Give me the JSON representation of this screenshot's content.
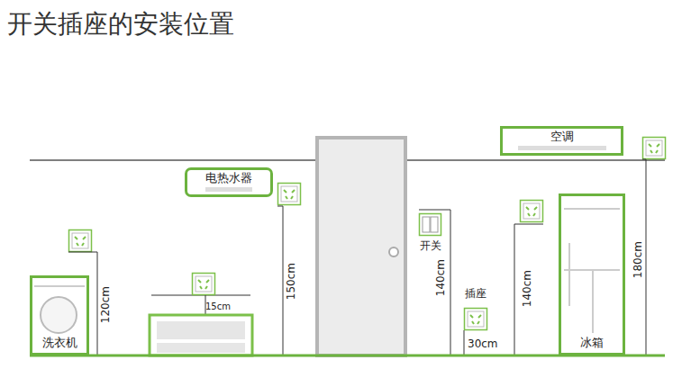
{
  "diagram": {
    "title": "开关插座的安装位置",
    "nodes": [
      {
        "text": [
          "洗衣机"
        ]
      },
      {
        "text": [
          "电热水器"
        ]
      },
      {
        "text": [
          "空调"
        ]
      },
      {
        "text": [
          "开关"
        ]
      },
      {
        "text": [
          "插座"
        ]
      },
      {
        "text": [
          "冰箱"
        ]
      }
    ],
    "labels": [
      "120cm",
      "15cm",
      "150cm",
      "140cm",
      "30cm",
      "140cm",
      "180cm"
    ]
  }
}
